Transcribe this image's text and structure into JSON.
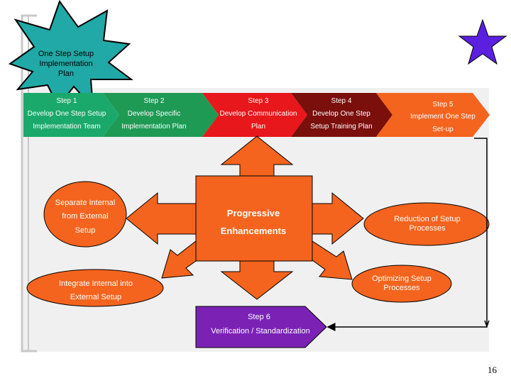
{
  "starburst": {
    "line1": "One Step Setup",
    "line2": "Implementation",
    "line3": "Plan"
  },
  "steps": [
    {
      "label": "Step 1",
      "line1": "Develop One Step Setup",
      "line2": "Implementation Team",
      "color": "#1ba96b"
    },
    {
      "label": "Step 2",
      "line1": "Develop Specific",
      "line2": "Implementation Plan",
      "color": "#1f9a55"
    },
    {
      "label": "Step 3",
      "line1": "Develop Communication",
      "line2": "Plan",
      "color": "#e8171b"
    },
    {
      "label": "Step 4",
      "line1": "Develop One Step",
      "line2": "Setup Training Plan",
      "color": "#7a0f0c"
    },
    {
      "label": "Step 5",
      "line1": "Implement One Step",
      "line2": "Set-up",
      "color": "#f4641e"
    }
  ],
  "center": {
    "line1": "Progressive",
    "line2": "Enhancements",
    "color": "#f4641e"
  },
  "arrow_labels": {
    "left_upper_1": "Separate Internal",
    "left_upper_2": "from External",
    "left_upper_3": "Setup",
    "left_lower_1": "Integrate Internal into",
    "left_lower_2": "External Setup",
    "right_upper_1": "Reduction of Setup",
    "right_upper_2": "Processes",
    "right_lower_1": "Optimizing Setup",
    "right_lower_2": "Processes"
  },
  "step6": {
    "label": "Step 6",
    "line1": "Verification / Standardization",
    "color": "#7b22b5"
  },
  "page_number": "16",
  "colors": {
    "star": "#5b1fe0",
    "starburst": "#20a9a6",
    "panel": "#f0f0f0"
  }
}
